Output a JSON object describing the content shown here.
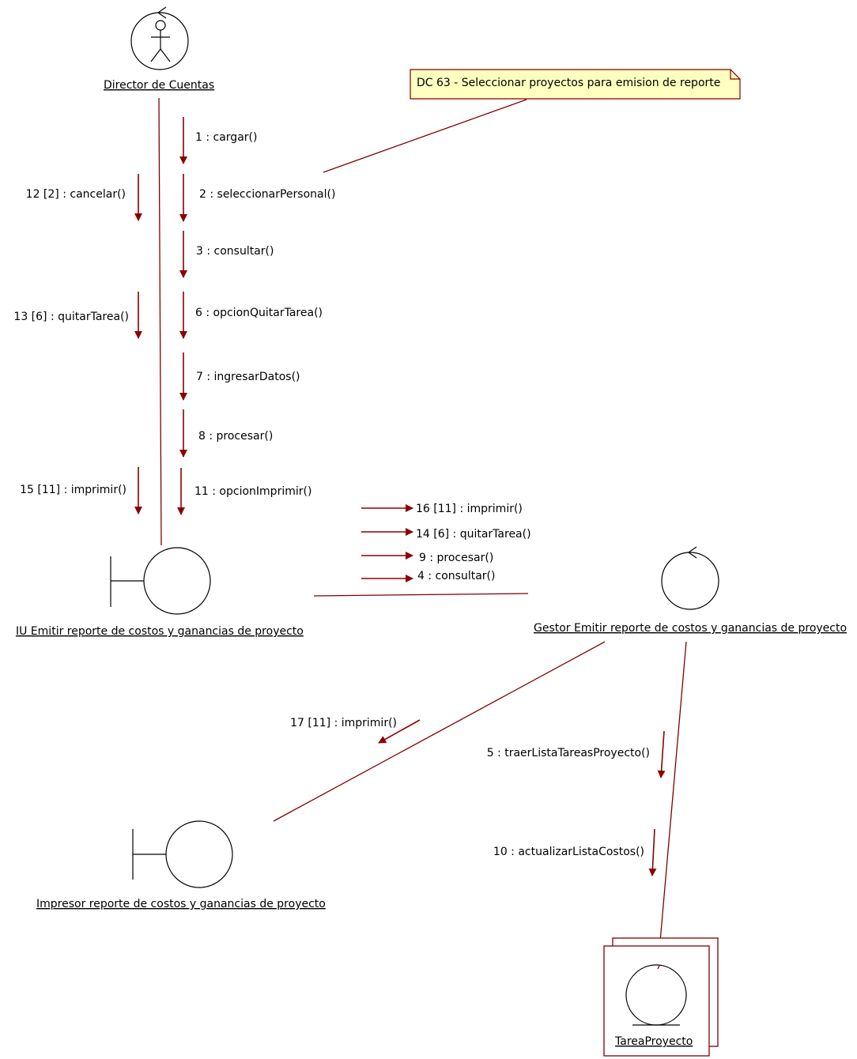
{
  "note": {
    "text": "DC 63 - Seleccionar proyectos para emision de reporte"
  },
  "objects": {
    "actor": "Director de Cuentas",
    "ui": "IU Emitir reporte de costos y ganancias de proyecto",
    "controller": "Gestor Emitir reporte de costos y ganancias de proyecto",
    "printer": "Impresor reporte de costos y ganancias de proyecto",
    "entity": "TareaProyecto"
  },
  "messages": {
    "m1": "1 : cargar()",
    "m2": "2 : seleccionarPersonal()",
    "m3": "3 : consultar()",
    "m6": "6 : opcionQuitarTarea()",
    "m7": "7 : ingresarDatos()",
    "m8": "8 : procesar()",
    "m11": "11 : opcionImprimir()",
    "m12": "12 [2] : cancelar()",
    "m13": "13 [6] : quitarTarea()",
    "m15": "15 [11] : imprimir()",
    "m16": "16 [11] : imprimir()",
    "m14": "14 [6] : quitarTarea()",
    "m9": "9 : procesar()",
    "m4": "4 : consultar()",
    "m17": "17 [11] : imprimir()",
    "m5": "5 : traerListaTareasProyecto()",
    "m10": "10 : actualizarListaCostos()"
  },
  "colors": {
    "link": "#800000",
    "arrow": "#8b0000",
    "note_fill": "#ffffc0",
    "note_border": "#800000"
  }
}
